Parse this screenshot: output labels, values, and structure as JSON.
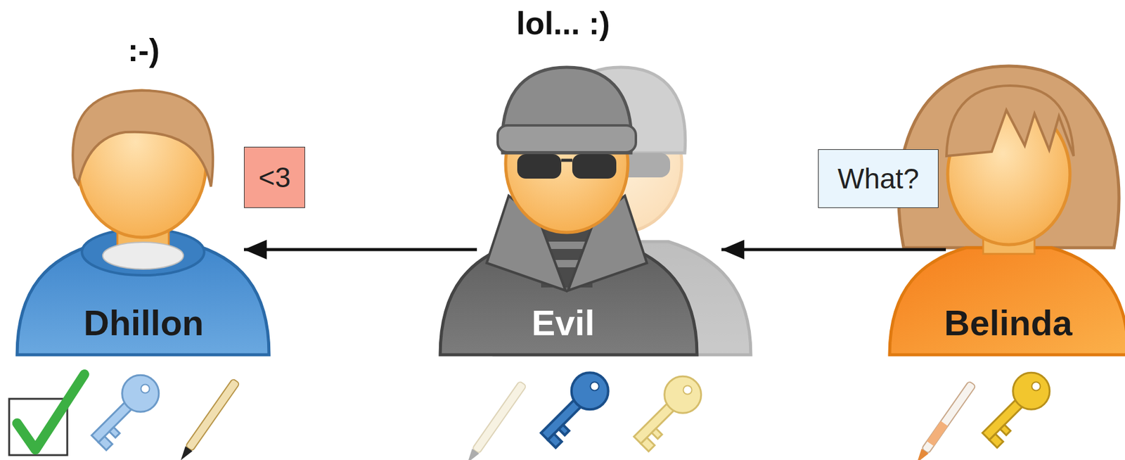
{
  "diagram": {
    "nodes": [
      {
        "text": [
          "Dhillon"
        ]
      },
      {
        "text": [
          "<3"
        ]
      },
      {
        "text": [
          "Evil"
        ]
      },
      {
        "text": [
          "What?"
        ]
      },
      {
        "text": [
          "Belinda"
        ]
      }
    ],
    "edges": [
      {
        "from": 4,
        "to": 2,
        "arrow": "to"
      },
      {
        "from": 2,
        "to": 0,
        "arrow": "to"
      }
    ],
    "labels": [
      ":-)",
      "lol... :)"
    ]
  }
}
